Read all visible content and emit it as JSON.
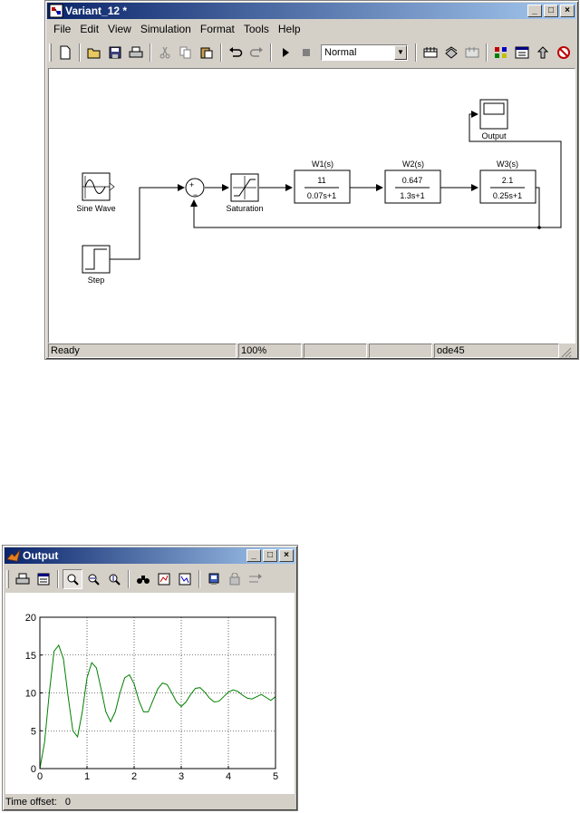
{
  "simulink": {
    "title": "Variant_12 *",
    "menu": [
      "File",
      "Edit",
      "View",
      "Simulation",
      "Format",
      "Tools",
      "Help"
    ],
    "sim_mode": "Normal",
    "blocks": {
      "sine": "Sine Wave",
      "step": "Step",
      "sum_plus": "+",
      "sum_minus": "−",
      "saturation": "Saturation",
      "w1": {
        "name": "W1(s)",
        "num": "11",
        "den": "0.07s+1"
      },
      "w2": {
        "name": "W2(s)",
        "num": "0.647",
        "den": "1.3s+1"
      },
      "w3": {
        "name": "W3(s)",
        "num": "2.1",
        "den": "0.25s+1"
      },
      "scope": "Output"
    },
    "status": {
      "state": "Ready",
      "zoom": "100%",
      "solver": "ode45"
    }
  },
  "scope": {
    "title": "Output",
    "time_offset_label": "Time offset:",
    "time_offset_value": "0"
  },
  "chart_data": {
    "type": "line",
    "title": "",
    "xlabel": "",
    "ylabel": "",
    "xlim": [
      0,
      5
    ],
    "ylim": [
      0,
      20
    ],
    "xticks": [
      0,
      1,
      2,
      3,
      4,
      5
    ],
    "yticks": [
      0,
      5,
      10,
      15,
      20
    ],
    "grid": true,
    "line_color": "#008000",
    "series": [
      {
        "x": [
          0,
          0.1,
          0.2,
          0.3,
          0.4,
          0.5,
          0.6,
          0.7,
          0.8,
          0.9,
          1.0,
          1.1,
          1.2,
          1.3,
          1.4,
          1.5,
          1.6,
          1.7,
          1.8,
          1.9,
          2.0,
          2.1,
          2.2,
          2.3,
          2.4,
          2.5,
          2.6,
          2.7,
          2.8,
          2.9,
          3.0,
          3.1,
          3.2,
          3.3,
          3.4,
          3.5,
          3.6,
          3.7,
          3.8,
          3.9,
          4.0,
          4.1,
          4.2,
          4.3,
          4.4,
          4.5,
          4.6,
          4.7,
          4.8,
          4.9,
          5.0
        ],
        "y": [
          0,
          3.5,
          10,
          15.5,
          16.3,
          14.5,
          9.5,
          5.0,
          4.2,
          7.5,
          12.0,
          14.0,
          13.3,
          10.5,
          7.5,
          6.2,
          7.5,
          10.0,
          12.0,
          12.4,
          11.2,
          9.0,
          7.5,
          7.5,
          9.0,
          10.5,
          11.3,
          11.1,
          10.0,
          8.8,
          8.2,
          8.8,
          9.8,
          10.6,
          10.7,
          10.1,
          9.3,
          8.8,
          8.9,
          9.5,
          10.1,
          10.4,
          10.2,
          9.7,
          9.3,
          9.2,
          9.5,
          9.8,
          9.4,
          9.0,
          9.5
        ]
      }
    ]
  }
}
